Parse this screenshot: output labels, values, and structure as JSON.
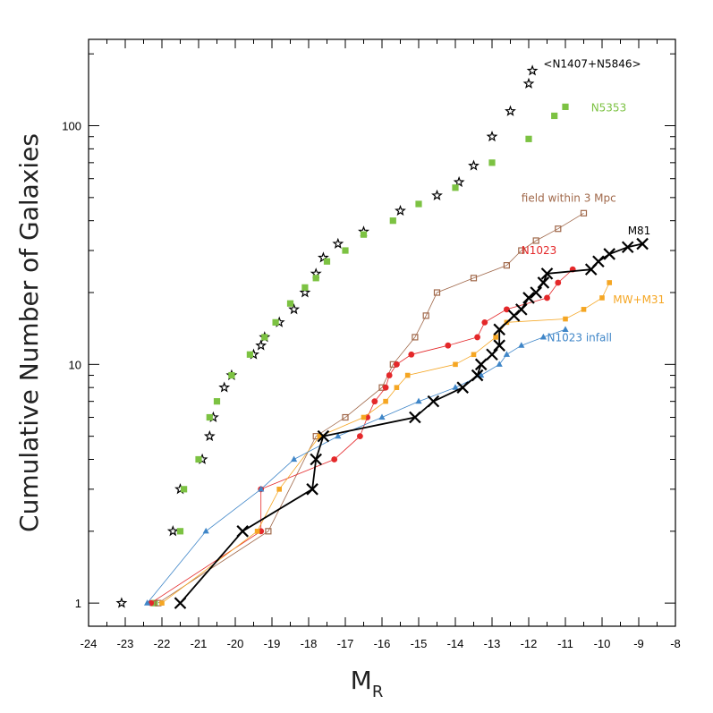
{
  "chart_data": {
    "type": "scatter",
    "xlabel": "M",
    "xlabel_sub": "R",
    "ylabel": "Cumulative Number of Galaxies",
    "xlim": [
      -24,
      -8
    ],
    "ylim": [
      0.8,
      230
    ],
    "y_scale": "log",
    "x_ticks": [
      -24,
      -23,
      -22,
      -21,
      -20,
      -19,
      -18,
      -17,
      -16,
      -15,
      -14,
      -13,
      -12,
      -11,
      -10,
      -9,
      -8
    ],
    "y_ticks": [
      1,
      10,
      100
    ],
    "grid": false,
    "series": [
      {
        "name": "<N1407+N5846>",
        "color": "#000000",
        "marker": "star",
        "points": [
          [
            -23.1,
            1
          ],
          [
            -21.7,
            2
          ],
          [
            -21.5,
            3
          ],
          [
            -20.9,
            4
          ],
          [
            -20.7,
            5
          ],
          [
            -20.6,
            6
          ],
          [
            -20.3,
            8
          ],
          [
            -20.1,
            9
          ],
          [
            -19.5,
            11
          ],
          [
            -19.3,
            12
          ],
          [
            -19.2,
            13
          ],
          [
            -18.8,
            15
          ],
          [
            -18.4,
            17
          ],
          [
            -18.1,
            20
          ],
          [
            -17.8,
            24
          ],
          [
            -17.6,
            28
          ],
          [
            -17.2,
            32
          ],
          [
            -16.5,
            36
          ],
          [
            -15.5,
            44
          ],
          [
            -14.5,
            51
          ],
          [
            -13.9,
            58
          ],
          [
            -13.5,
            68
          ],
          [
            -13.0,
            90
          ],
          [
            -12.5,
            115
          ],
          [
            -12.0,
            150
          ],
          [
            -11.9,
            170
          ]
        ]
      },
      {
        "name": "N5353",
        "color": "#7cc242",
        "marker": "square",
        "points": [
          [
            -22.2,
            1
          ],
          [
            -21.5,
            2
          ],
          [
            -21.4,
            3
          ],
          [
            -21.0,
            4
          ],
          [
            -20.7,
            6
          ],
          [
            -20.5,
            7
          ],
          [
            -20.1,
            9
          ],
          [
            -19.6,
            11
          ],
          [
            -19.2,
            13
          ],
          [
            -18.9,
            15
          ],
          [
            -18.5,
            18
          ],
          [
            -18.1,
            21
          ],
          [
            -17.8,
            23
          ],
          [
            -17.5,
            27
          ],
          [
            -17.0,
            30
          ],
          [
            -16.5,
            35
          ],
          [
            -15.7,
            40
          ],
          [
            -15.0,
            47
          ],
          [
            -14.0,
            55
          ],
          [
            -13.0,
            70
          ],
          [
            -12.0,
            88
          ],
          [
            -11.3,
            110
          ],
          [
            -11.0,
            120
          ]
        ]
      },
      {
        "name": "field within 3 Mpc",
        "color": "#a0684a",
        "marker": "open-square",
        "points": [
          [
            -22.1,
            1
          ],
          [
            -19.1,
            2
          ],
          [
            -17.8,
            5
          ],
          [
            -17.0,
            6
          ],
          [
            -16.0,
            8
          ],
          [
            -15.7,
            10
          ],
          [
            -15.1,
            13
          ],
          [
            -14.8,
            16
          ],
          [
            -14.5,
            20
          ],
          [
            -13.5,
            23
          ],
          [
            -12.6,
            26
          ],
          [
            -12.2,
            30
          ],
          [
            -11.8,
            33
          ],
          [
            -11.2,
            37
          ],
          [
            -10.5,
            43
          ]
        ]
      },
      {
        "name": "N1023",
        "color": "#e4282a",
        "marker": "circle",
        "points": [
          [
            -22.3,
            1
          ],
          [
            -19.3,
            2
          ],
          [
            -19.3,
            3
          ],
          [
            -17.3,
            4
          ],
          [
            -16.6,
            5
          ],
          [
            -16.4,
            6
          ],
          [
            -16.2,
            7
          ],
          [
            -15.9,
            8
          ],
          [
            -15.8,
            9
          ],
          [
            -15.6,
            10
          ],
          [
            -15.2,
            11
          ],
          [
            -14.2,
            12
          ],
          [
            -13.4,
            13
          ],
          [
            -13.2,
            15
          ],
          [
            -12.6,
            17
          ],
          [
            -11.5,
            19
          ],
          [
            -11.2,
            22
          ],
          [
            -10.8,
            25
          ]
        ]
      },
      {
        "name": "MW+M31",
        "color": "#f5a623",
        "marker": "square",
        "points": [
          [
            -22.0,
            1
          ],
          [
            -19.4,
            2
          ],
          [
            -18.8,
            3
          ],
          [
            -17.7,
            5
          ],
          [
            -16.5,
            6
          ],
          [
            -15.9,
            7
          ],
          [
            -15.6,
            8
          ],
          [
            -15.3,
            9
          ],
          [
            -14.0,
            10
          ],
          [
            -13.5,
            11
          ],
          [
            -12.9,
            13
          ],
          [
            -12.6,
            15
          ],
          [
            -11.0,
            15.5
          ],
          [
            -10.5,
            17
          ],
          [
            -10.0,
            19
          ],
          [
            -9.8,
            22
          ]
        ]
      },
      {
        "name": "N1023 infall",
        "color": "#3f86c8",
        "marker": "triangle",
        "points": [
          [
            -22.4,
            1
          ],
          [
            -20.8,
            2
          ],
          [
            -19.3,
            3
          ],
          [
            -18.4,
            4
          ],
          [
            -17.2,
            5
          ],
          [
            -16.0,
            6
          ],
          [
            -15.0,
            7
          ],
          [
            -14.0,
            8
          ],
          [
            -13.3,
            9
          ],
          [
            -12.8,
            10
          ],
          [
            -12.6,
            11
          ],
          [
            -12.2,
            12
          ],
          [
            -11.6,
            13
          ],
          [
            -11.0,
            14
          ]
        ]
      },
      {
        "name": "M81",
        "color": "#000000",
        "marker": "cross",
        "points": [
          [
            -21.5,
            1
          ],
          [
            -19.8,
            2
          ],
          [
            -17.9,
            3
          ],
          [
            -17.8,
            4
          ],
          [
            -17.6,
            5
          ],
          [
            -15.1,
            6
          ],
          [
            -14.6,
            7
          ],
          [
            -13.8,
            8
          ],
          [
            -13.4,
            9
          ],
          [
            -13.3,
            10
          ],
          [
            -13.0,
            11
          ],
          [
            -12.8,
            12
          ],
          [
            -12.8,
            14
          ],
          [
            -12.4,
            16
          ],
          [
            -12.2,
            17
          ],
          [
            -12.0,
            19
          ],
          [
            -11.8,
            20
          ],
          [
            -11.6,
            22
          ],
          [
            -11.5,
            24
          ],
          [
            -10.3,
            25
          ],
          [
            -10.1,
            27
          ],
          [
            -9.8,
            29
          ],
          [
            -9.3,
            31
          ],
          [
            -8.9,
            32
          ]
        ]
      }
    ],
    "labels": [
      {
        "series": 0,
        "text": "<N1407+N5846>",
        "x": -11.6,
        "y": 175,
        "color": "#000000"
      },
      {
        "series": 1,
        "text": "N5353",
        "x": -10.3,
        "y": 115,
        "color": "#7cc242"
      },
      {
        "series": 2,
        "text": "field within 3 Mpc",
        "x": -12.2,
        "y": 48,
        "color": "#a0684a"
      },
      {
        "series": 3,
        "text": "N1023",
        "x": -12.2,
        "y": 29,
        "color": "#e4282a"
      },
      {
        "series": 6,
        "text": "M81",
        "x": -9.3,
        "y": 35,
        "color": "#000000"
      },
      {
        "series": 4,
        "text": "MW+M31",
        "x": -9.7,
        "y": 18,
        "color": "#f5a623"
      },
      {
        "series": 5,
        "text": "N1023 infall",
        "x": -11.5,
        "y": 12.5,
        "color": "#3f86c8"
      }
    ]
  }
}
